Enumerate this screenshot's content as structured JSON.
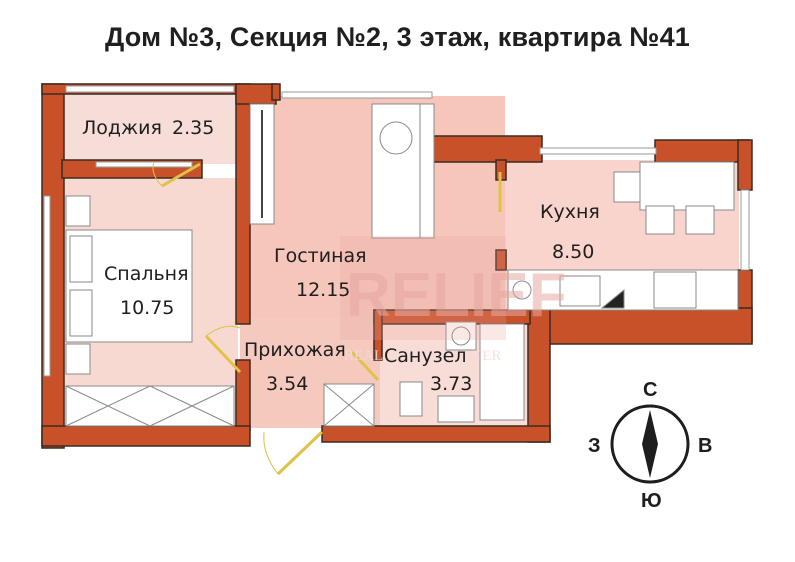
{
  "title": "Дом №3, Секция №2, 3 этаж, квартира №41",
  "rooms": {
    "loggia": {
      "name": "Лоджия",
      "area": "2.35"
    },
    "bedroom": {
      "name": "Спальня",
      "area": "10.75"
    },
    "living": {
      "name": "Гостиная",
      "area": "12.15"
    },
    "kitchen": {
      "name": "Кухня",
      "area": "8.50"
    },
    "hallway": {
      "name": "Прихожая",
      "area": "3.54"
    },
    "bathroom": {
      "name": "Санузел",
      "area": "3.73"
    }
  },
  "watermark": {
    "main": "RELIEF",
    "sub": "REAL ESTATE CENTER"
  },
  "compass": {
    "north": "С",
    "south": "Ю",
    "west": "З",
    "east": "В"
  },
  "colors": {
    "wall": "#c8512a",
    "wall_outline": "#3a2a22",
    "floor": "#f8d6cf",
    "living_floor": "#f6c7bd",
    "furniture": "#ffffff"
  }
}
